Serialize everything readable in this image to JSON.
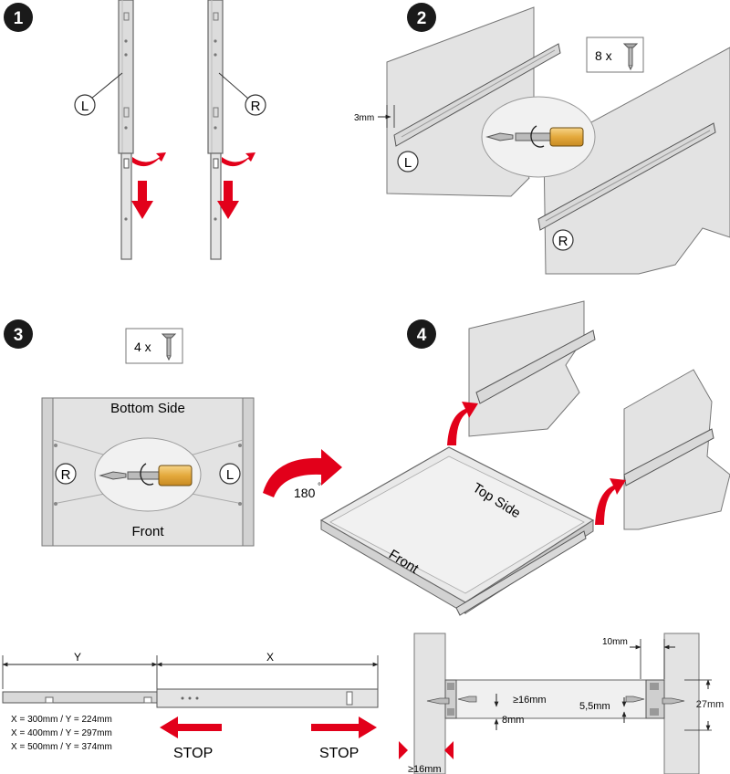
{
  "steps": {
    "s1": "1",
    "s2": "2",
    "s3": "3",
    "s4": "4"
  },
  "labels": {
    "left": "L",
    "right": "R",
    "gap_3mm": "3mm",
    "screw_count_8": "8 x",
    "screw_count_4": "4 x",
    "bottom_side": "Bottom Side",
    "front": "Front",
    "rotate": "180",
    "rotate_deg": "°",
    "top_side": "Top Side",
    "front_tray": "Front",
    "dim_y": "Y",
    "dim_x": "X",
    "stop": "STOP",
    "dim_10mm": "10mm",
    "dim_16mm": "≥16mm",
    "dim_55mm": "5,5mm",
    "dim_8mm": "8mm",
    "dim_27mm": "27mm",
    "dim_16mm_bottom": "≥16mm"
  },
  "sizes": [
    "X = 300mm / Y = 224mm",
    "X = 400mm / Y = 297mm",
    "X = 500mm / Y = 374mm"
  ],
  "colors": {
    "arrow_red": "#e2001a",
    "panel_grey": "#e3e3e3",
    "rail_grey": "#d2d2d2",
    "line": "#555555",
    "handle_yellow": "#e9b84a"
  }
}
